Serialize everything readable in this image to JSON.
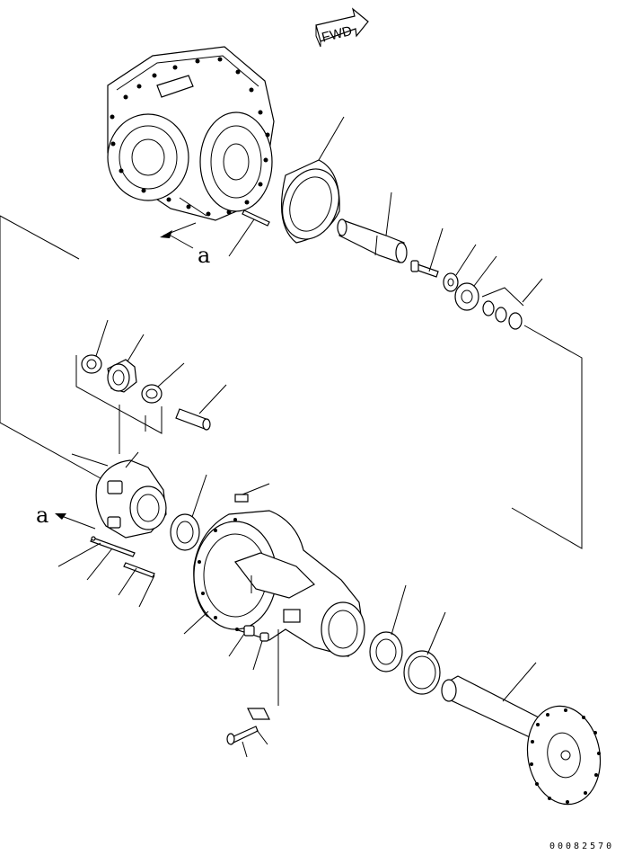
{
  "direction_badge": {
    "text": "FWD"
  },
  "reference_marks": [
    {
      "text": "a"
    },
    {
      "text": "a"
    }
  ],
  "drawing_number": "00082570"
}
